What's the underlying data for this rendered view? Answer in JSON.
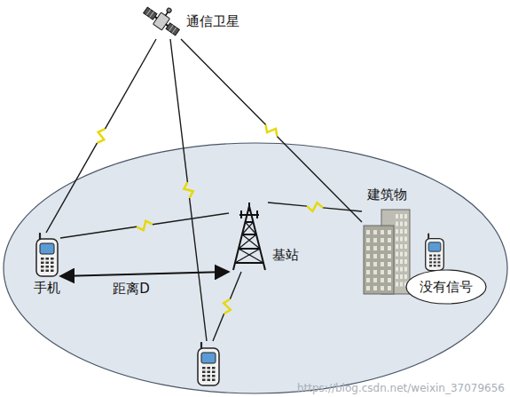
{
  "diagram": {
    "nodes": [
      {
        "text": [
          "通信卫星"
        ]
      },
      {
        "text": [
          "手机"
        ]
      },
      {
        "text": [
          "基站"
        ]
      },
      {
        "text": [
          "建筑物"
        ]
      },
      {
        "text": [
          "没有信号"
        ]
      }
    ],
    "edges": [
      {
        "from": 0,
        "to": 1,
        "arrow": "none"
      },
      {
        "from": 0,
        "to": 3,
        "arrow": "none"
      },
      {
        "from": 2,
        "to": 1,
        "arrow": "none"
      },
      {
        "from": 2,
        "to": 3,
        "arrow": "none"
      },
      {
        "from": 1,
        "to": 2,
        "label": "距离D",
        "arrow": "both"
      }
    ],
    "labels": [
      "https://blog.csdn.net/weixin_37079656"
    ]
  }
}
